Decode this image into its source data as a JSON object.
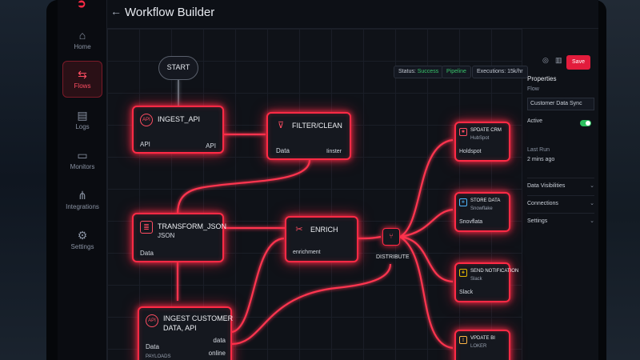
{
  "window": {
    "title": "Workflow Builder"
  },
  "sidebar": {
    "items": [
      {
        "label": "Home",
        "icon": "home-icon",
        "glyph": "⌂"
      },
      {
        "label": "Flows",
        "icon": "flows-icon",
        "glyph": "⇆",
        "active": true
      },
      {
        "label": "Logs",
        "icon": "logs-icon",
        "glyph": "▤"
      },
      {
        "label": "Monitors",
        "icon": "monitor-icon",
        "glyph": "▭"
      },
      {
        "label": "Integrations",
        "icon": "integrations-icon",
        "glyph": "⋔"
      },
      {
        "label": "Settings",
        "icon": "gear-icon",
        "glyph": "⚙"
      }
    ]
  },
  "toolbar": {
    "status_label": "Status:",
    "status_value": "Success",
    "pipeline": "Pipeline",
    "executions": "Executions: 15k/hr",
    "save_label": "Save"
  },
  "panel": {
    "title": "Properties",
    "flow_label": "Flow",
    "flow_value": "Customer Data Sync",
    "active_label": "Active",
    "last_run_label": "Last Run",
    "last_run_value": "2 mins ago",
    "sections": [
      "Data Visibilities",
      "Connections",
      "Settings"
    ]
  },
  "canvas": {
    "start_label": "START",
    "nodes": {
      "ingest_api": {
        "title": "INGEST_API",
        "icon": "API",
        "left_label": "API",
        "right_label": "API"
      },
      "filter_clean": {
        "title": "FILTER/CLEAN",
        "left_label": "Data",
        "right_label": "Iinster"
      },
      "transform_json": {
        "title": "TRANSFORM_JSON",
        "subtitle": "JSON",
        "left_label": "Data"
      },
      "enrich": {
        "title": "ENRICH",
        "left_label": "enrichment"
      },
      "ingest_customer": {
        "title": "INGEST CUSTOMER",
        "title2": "DATA, API",
        "icon": "API",
        "left_label": "Data",
        "sub_label": "PAYLOADS",
        "right_label": "data",
        "right_label2": "online"
      },
      "distribute": {
        "title": "DISTRIBUTE",
        "glyph": "⑂"
      },
      "update_crm": {
        "title": "SPDATE CRM",
        "subtitle": "HubSpot",
        "body": "Holdspot",
        "glyph": "✱"
      },
      "store_data": {
        "title": "STORE DATA",
        "subtitle": "Snowflake",
        "body": "Snovflata",
        "glyph": "❄"
      },
      "send_notification": {
        "title": "SEND NOTIFICATION",
        "subtitle": "Slack",
        "body": "Slack",
        "glyph": "✚"
      },
      "update_bi": {
        "title": "VPDATE BI",
        "subtitle": "LOKER",
        "glyph": "▯"
      }
    }
  },
  "colors": {
    "accent": "#ff2a45",
    "success": "#39c46b",
    "save": "#e31c3c"
  }
}
